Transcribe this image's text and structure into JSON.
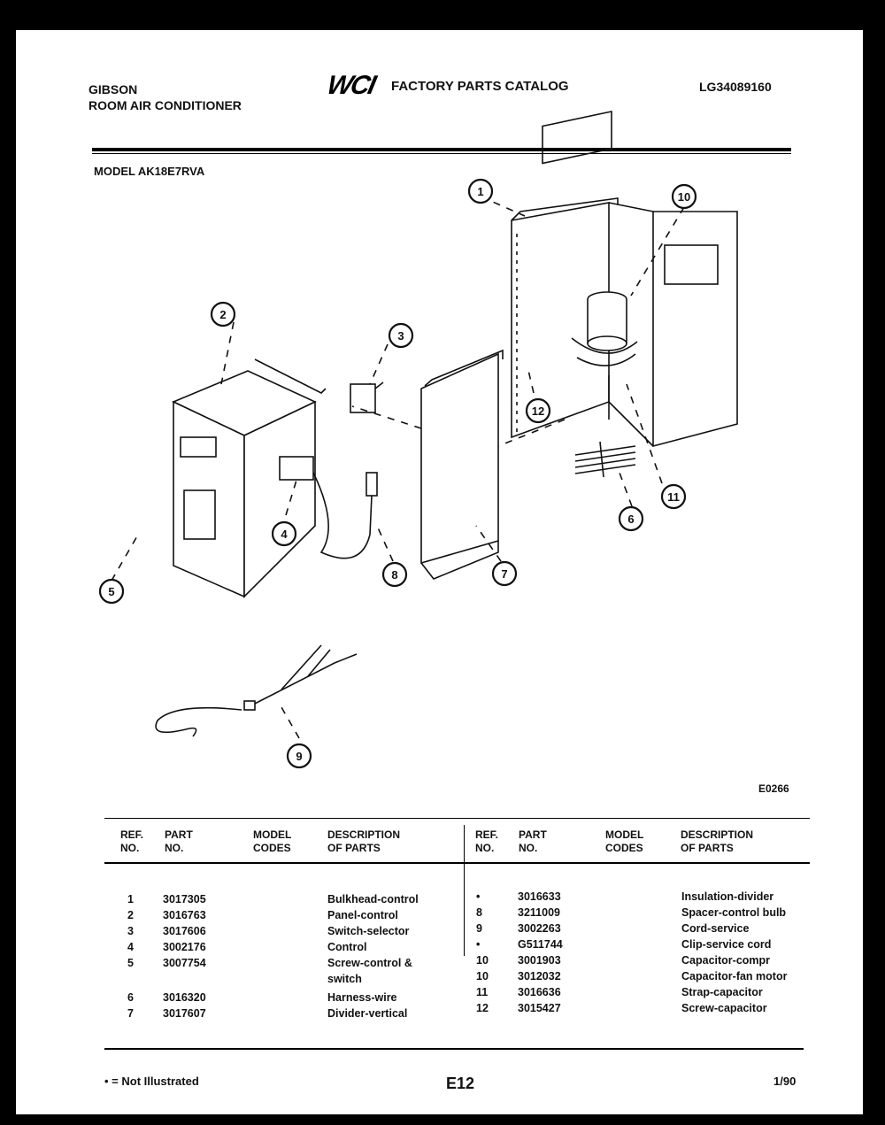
{
  "header": {
    "brand": "GIBSON",
    "product": "ROOM AIR CONDITIONER",
    "logo": "WCI",
    "catalog_title": "FACTORY PARTS CATALOG",
    "doc_number": "LG34089160"
  },
  "model": "MODEL AK18E7RVA",
  "figure_code": "E0266",
  "callouts": [
    "1",
    "2",
    "3",
    "4",
    "5",
    "6",
    "7",
    "8",
    "9",
    "10",
    "11",
    "12"
  ],
  "table": {
    "headers": {
      "ref": [
        "REF.",
        "NO."
      ],
      "part": [
        "PART",
        "NO."
      ],
      "codes": [
        "MODEL",
        "CODES"
      ],
      "desc": [
        "DESCRIPTION",
        "OF PARTS"
      ]
    },
    "left_rows": [
      {
        "ref": "1",
        "part": "3017305",
        "desc": "Bulkhead-control"
      },
      {
        "ref": "2",
        "part": "3016763",
        "desc": "Panel-control"
      },
      {
        "ref": "3",
        "part": "3017606",
        "desc": "Switch-selector"
      },
      {
        "ref": "4",
        "part": "3002176",
        "desc": "Control"
      },
      {
        "ref": "5",
        "part": "3007754",
        "desc": "Screw-control &"
      },
      {
        "ref": "",
        "part": "",
        "desc": "switch"
      },
      {
        "ref": "6",
        "part": "3016320",
        "desc": "Harness-wire"
      },
      {
        "ref": "7",
        "part": "3017607",
        "desc": "Divider-vertical"
      }
    ],
    "right_rows": [
      {
        "ref": "•",
        "part": "3016633",
        "desc": "Insulation-divider"
      },
      {
        "ref": "8",
        "part": "3211009",
        "desc": "Spacer-control bulb"
      },
      {
        "ref": "9",
        "part": "3002263",
        "desc": "Cord-service"
      },
      {
        "ref": "•",
        "part": "G511744",
        "desc": "Clip-service cord"
      },
      {
        "ref": "10",
        "part": "3001903",
        "desc": "Capacitor-compr"
      },
      {
        "ref": "10",
        "part": "3012032",
        "desc": "Capacitor-fan motor"
      },
      {
        "ref": "11",
        "part": "3016636",
        "desc": "Strap-capacitor"
      },
      {
        "ref": "12",
        "part": "3015427",
        "desc": "Screw-capacitor"
      }
    ]
  },
  "footer": {
    "footnote": "• = Not Illustrated",
    "page": "E12",
    "date": "1/90"
  }
}
